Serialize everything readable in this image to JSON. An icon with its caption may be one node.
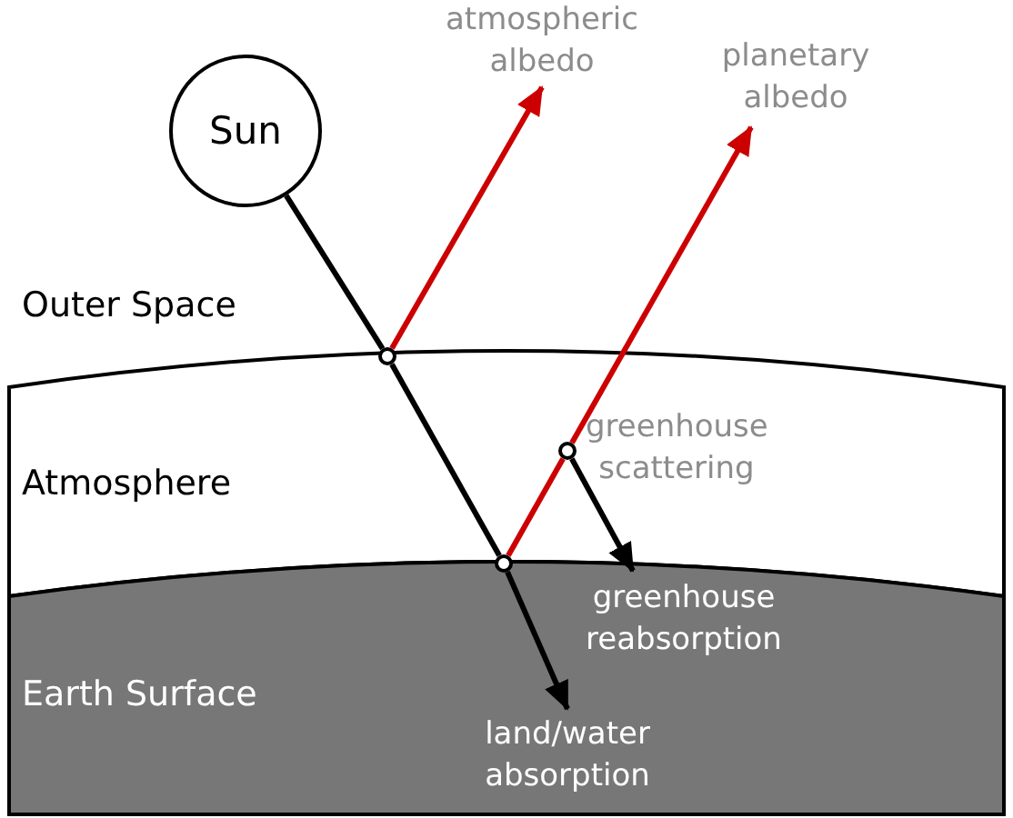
{
  "diagram": {
    "nodes": [
      {
        "text": [
          "Sun"
        ]
      },
      {
        "text": [
          "Atmosphere"
        ]
      },
      {
        "text": [
          "Earth Surface"
        ]
      },
      {
        "text": [],
        "shape": "circle"
      },
      {
        "text": [],
        "shape": "circle"
      },
      {
        "text": [],
        "shape": "circle",
        "in": 1,
        "beside": [
          "greenhouse scattering"
        ]
      },
      {
        "text": [
          "atmospheric albedo"
        ]
      },
      {
        "text": [
          "planetary albedo"
        ]
      },
      {
        "text": [
          "greenhouse reabsorption"
        ],
        "in": 2
      },
      {
        "text": [
          "land/water absorption"
        ],
        "in": 2
      }
    ],
    "edges": [
      {
        "from": 0,
        "to": 3,
        "arrow": "none"
      },
      {
        "from": 3,
        "to": 4,
        "arrow": "none"
      },
      {
        "from": 4,
        "to": 9,
        "arrow": "to"
      },
      {
        "from": 3,
        "to": 6,
        "arrow": "to",
        "color": "#cc0000"
      },
      {
        "from": 4,
        "to": 5,
        "arrow": "none",
        "color": "#cc0000"
      },
      {
        "from": 5,
        "to": 7,
        "arrow": "to",
        "color": "#cc0000"
      },
      {
        "from": 5,
        "to": 8,
        "arrow": "to"
      }
    ],
    "labels": [
      "Outer Space"
    ]
  }
}
